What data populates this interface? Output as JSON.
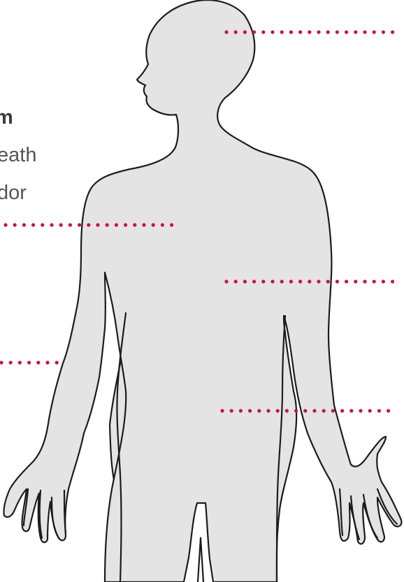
{
  "diagram": {
    "label_lines": [
      "m",
      "eath",
      "dor"
    ],
    "colors": {
      "body_fill": "#e4e4e4",
      "body_outline": "#1c1c1c",
      "pointer_dots": "#c8143c",
      "label_text": "#555555",
      "label_title": "#3b3b3b"
    }
  }
}
